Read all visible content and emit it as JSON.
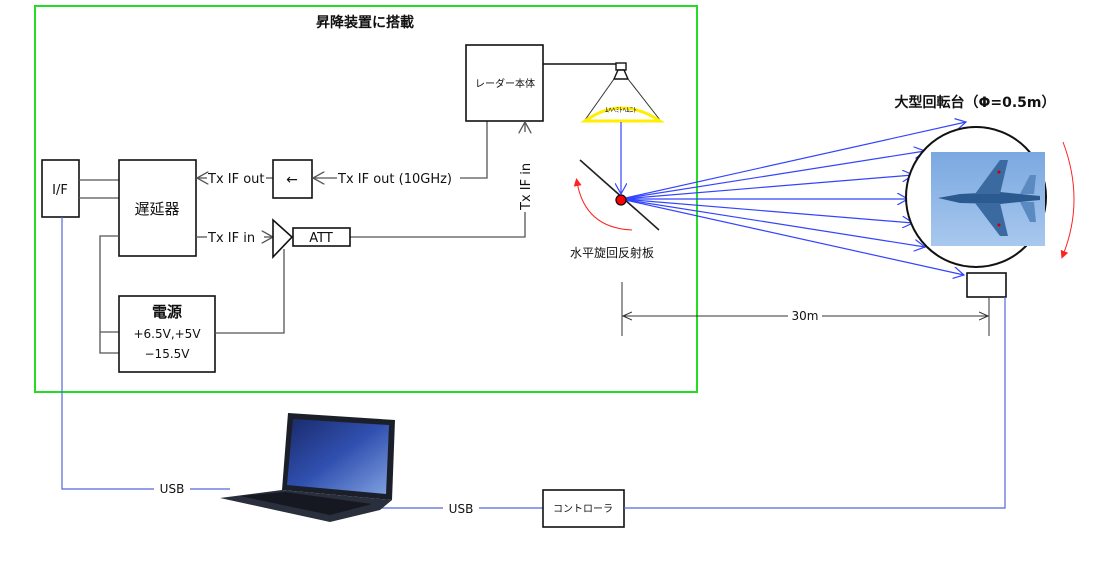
{
  "mount": {
    "title": "昇降装置に搭載",
    "border_color": "#22dd22"
  },
  "blocks": {
    "interface": "I/F",
    "delay": "遅延器",
    "converter": "←",
    "radar": "レーダー本体",
    "att": "ATT",
    "power": {
      "title": "電源",
      "line1": "+6.5V,+5V",
      "line2": "−15.5V"
    },
    "controller": "コントローラ"
  },
  "signals": {
    "tx_if_out": "Tx IF out",
    "tx_if_out_10g": "Tx IF out (10GHz)",
    "tx_if_in": "Tx IF in",
    "tx_if_in_vertical": "Tx IF in"
  },
  "reflector": {
    "label": "水平旋回反射板"
  },
  "turntable": {
    "title": "大型回転台（Φ=0.5m）"
  },
  "distance": "30m",
  "links": {
    "usb_left": "USB",
    "usb_right": "USB"
  },
  "colors": {
    "beam": "#3344ff",
    "rotation": "#ff2222",
    "horn": "#ffee00",
    "usb": "#5566dd"
  }
}
